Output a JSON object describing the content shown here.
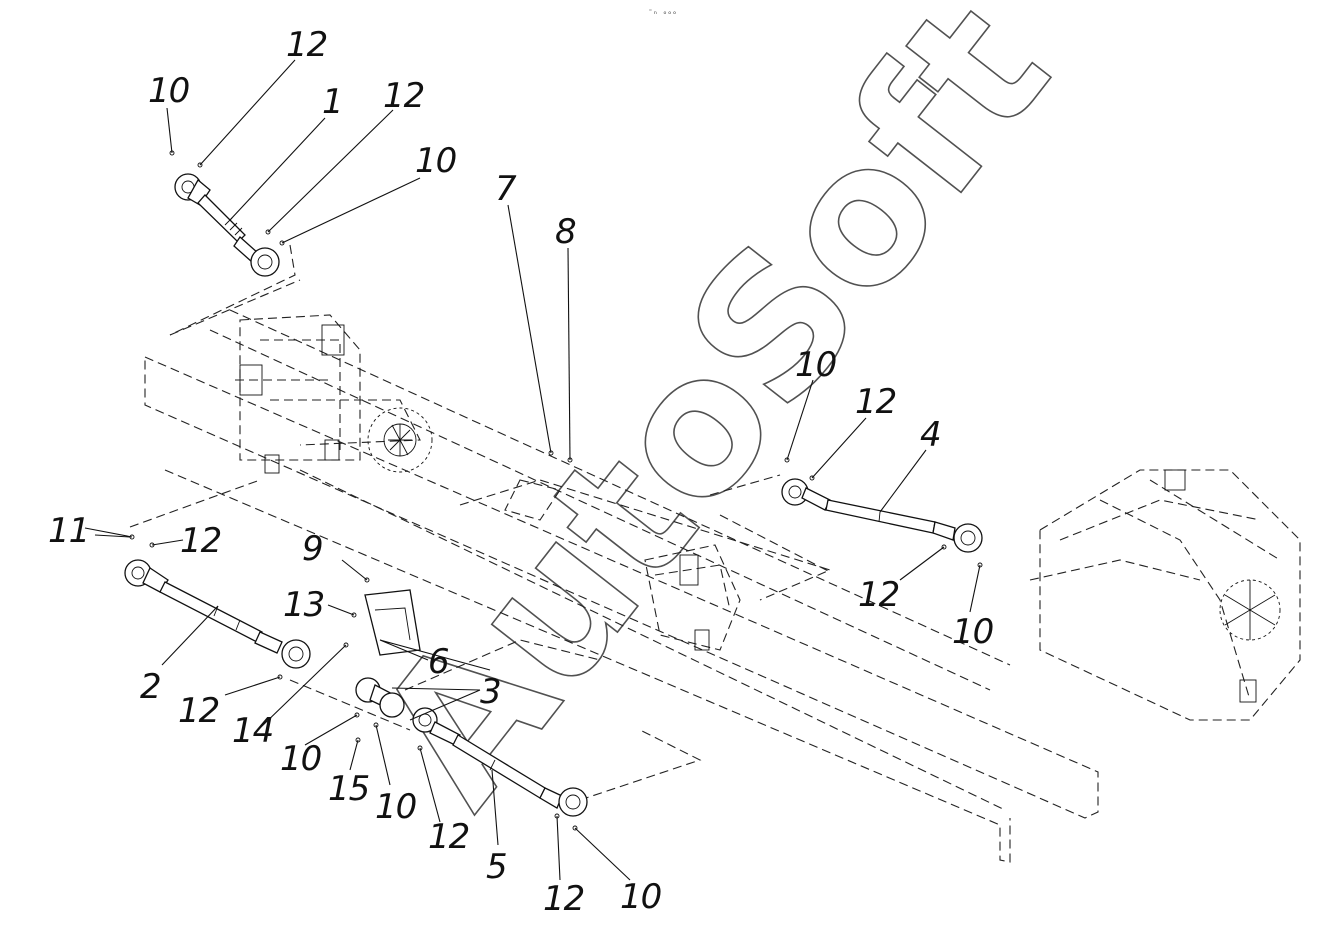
{
  "header_mark": "⁼ₙ ₒₒₒ",
  "watermark": "AutoSoft",
  "callouts": {
    "c1": "1",
    "c2": "2",
    "c3": "3",
    "c4": "4",
    "c5": "5",
    "c6": "6",
    "c7": "7",
    "c8": "8",
    "c9": "9",
    "c11": "11",
    "c13": "13",
    "c14": "14",
    "c15": "15",
    "c10_a": "10",
    "c10_b": "10",
    "c10_c": "10",
    "c10_d": "10",
    "c10_e": "10",
    "c10_f": "10",
    "c10_g": "10",
    "c12_a": "12",
    "c12_b": "12",
    "c12_c": "12",
    "c12_d": "12",
    "c12_e": "12",
    "c12_f": "12",
    "c12_g": "12",
    "c12_h": "12"
  },
  "colors": {
    "ink": "#111111",
    "paper": "#ffffff"
  }
}
